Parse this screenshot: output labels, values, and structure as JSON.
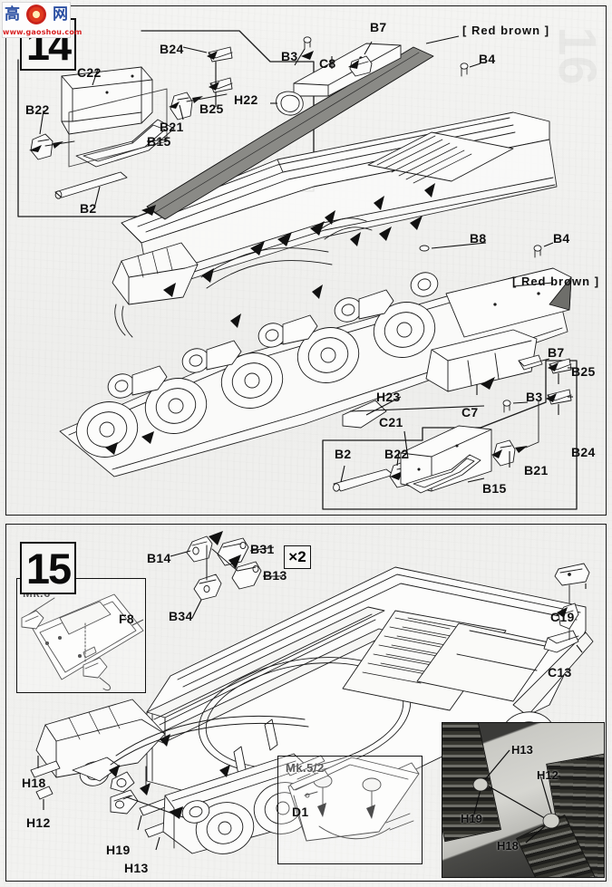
{
  "document": {
    "type": "scale-model-assembly-instructions",
    "page_ghost_number": "16",
    "watermark": {
      "char1": "高",
      "char2": "网",
      "url": "www.gaoshou.com"
    }
  },
  "steps": [
    {
      "id": "step-14",
      "number": "14",
      "color_notes": [
        "[ Red brown ]",
        "[ Red brown ]"
      ],
      "part_labels": [
        "B24",
        "C22",
        "B25",
        "B22",
        "B21",
        "B15",
        "B2",
        "H22",
        "B3",
        "C8",
        "B7",
        "B4",
        "B8",
        "B4",
        "B7",
        "B25",
        "B3",
        "B24",
        "H23",
        "C7",
        "C21",
        "B2",
        "B22",
        "B15",
        "B21"
      ],
      "insets": [
        {
          "id": "inset-14-left",
          "labels": [
            "C22",
            "B22",
            "B25",
            "B21",
            "B15",
            "B2",
            "B24"
          ]
        },
        {
          "id": "inset-14-right",
          "labels": [
            "C21",
            "B2",
            "B22",
            "B15",
            "B21",
            "B24",
            "B25",
            "C7"
          ]
        }
      ]
    },
    {
      "id": "step-15",
      "number": "15",
      "repeat_badge": "×2",
      "part_labels": [
        "B14",
        "B31",
        "B13",
        "B34",
        "C19",
        "C13",
        "H18",
        "H12",
        "H19",
        "H13",
        "F8",
        "D1"
      ],
      "insets": [
        {
          "id": "inset-15-mk6",
          "title": "Mk.6",
          "labels": [
            "F8"
          ]
        },
        {
          "id": "inset-15-mk52",
          "title": "Mk.5/2",
          "labels": [
            "D1"
          ]
        }
      ],
      "photo": {
        "id": "photo-inset",
        "labels": [
          "H13",
          "H12",
          "H19",
          "H18"
        ]
      }
    }
  ],
  "labels": {
    "B2": "B2",
    "B3": "B3",
    "B4": "B4",
    "B7": "B7",
    "B8": "B8",
    "B13": "B13",
    "B14": "B14",
    "B15": "B15",
    "B21": "B21",
    "B22": "B22",
    "B24": "B24",
    "B25": "B25",
    "B31": "B31",
    "B34": "B34",
    "C7": "C7",
    "C8": "C8",
    "C13": "C13",
    "C19": "C19",
    "C21": "C21",
    "C22": "C22",
    "D1": "D1",
    "F8": "F8",
    "H12": "H12",
    "H13": "H13",
    "H18": "H18",
    "H19": "H19",
    "H22": "H22",
    "H23": "H23",
    "red_brown": "[ Red brown ]",
    "mk6": "Mk.6",
    "mk52": "Mk.5/2",
    "times2": "×2",
    "step14": "14",
    "step15": "15",
    "ghost16": "16"
  },
  "colors": {
    "paper": "#f0f0ee",
    "ink": "#111111",
    "shade": "#8d8d8a",
    "watermark_blue": "#2b4fa2",
    "watermark_red": "#d81f1f",
    "photo_gray": "#c9c9c4"
  }
}
